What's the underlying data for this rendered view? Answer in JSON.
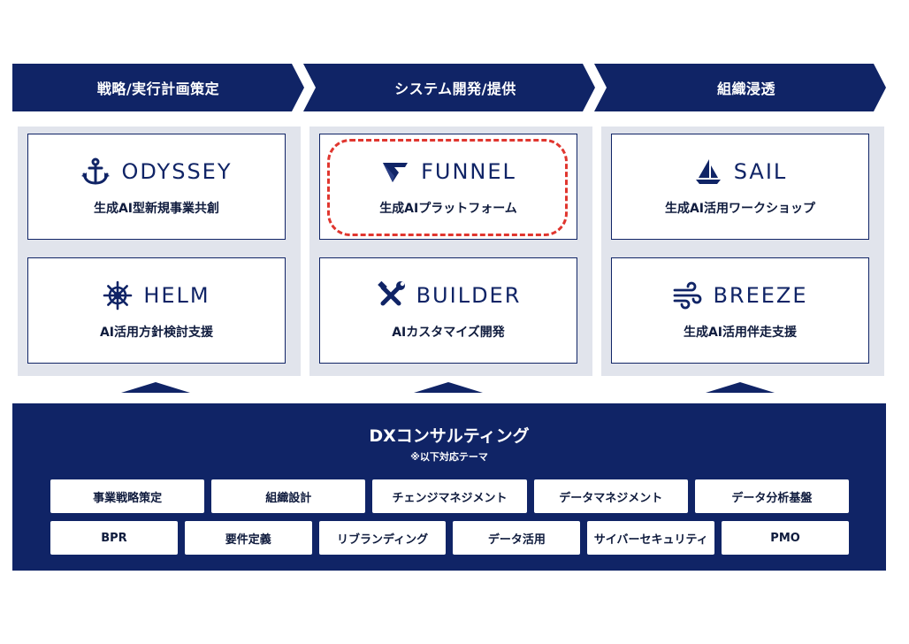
{
  "phases": [
    "戦略/実行計画策定",
    "システム開発/提供",
    "組織浸透"
  ],
  "columns": [
    {
      "top": {
        "name": "ODYSSEY",
        "desc": "生成AI型新規事業共創",
        "icon": "anchor-icon"
      },
      "bottom": {
        "name": "HELM",
        "desc": "AI活用方針検討支援",
        "icon": "ship-wheel-icon"
      }
    },
    {
      "top": {
        "name": "FUNNEL",
        "desc": "生成AIプラットフォーム",
        "icon": "funnel-logo-icon"
      },
      "bottom": {
        "name": "BUILDER",
        "desc": "AIカスタマイズ開発",
        "icon": "tools-icon"
      }
    },
    {
      "top": {
        "name": "SAIL",
        "desc": "生成AI活用ワークショップ",
        "icon": "sailboat-icon"
      },
      "bottom": {
        "name": "BREEZE",
        "desc": "生成AI活用伴走支援",
        "icon": "wind-icon"
      }
    }
  ],
  "dx": {
    "title": "DXコンサルティング",
    "subtitle": "※以下対応テーマ",
    "row1": [
      "事業戦略策定",
      "組織設計",
      "チェンジマネジメント",
      "データマネジメント",
      "データ分析基盤"
    ],
    "row2": [
      "BPR",
      "要件定義",
      "リブランディング",
      "データ活用",
      "サイバーセキュリティ",
      "PMO"
    ]
  },
  "colors": {
    "navy": "#102466",
    "panel": "#e1e4ec",
    "highlight": "#e0362f"
  }
}
